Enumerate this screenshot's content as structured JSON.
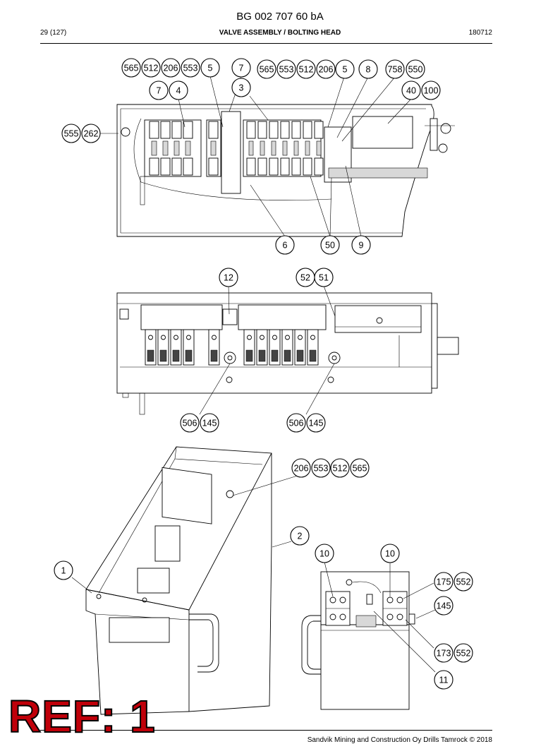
{
  "header": {
    "doc_number": "BG 002 707 60 bA",
    "page": "29 (127)",
    "section_title": "VALVE ASSEMBLY / BOLTING HEAD",
    "date_code": "180712"
  },
  "footer": {
    "copyright": "Sandvik Mining and Construction Oy Drills Tamrock © 2018"
  },
  "stamp": {
    "text": "REF: 1",
    "color": "#c0000a"
  },
  "callouts": {
    "top_view": [
      "565",
      "512",
      "206",
      "553",
      "5",
      "7",
      "565",
      "553",
      "512",
      "206",
      "5",
      "8",
      "758",
      "550",
      "7",
      "4",
      "3",
      "40",
      "100",
      "555",
      "262",
      "6",
      "50",
      "9"
    ],
    "side_view": [
      "12",
      "52",
      "51",
      "506",
      "145",
      "506",
      "145"
    ],
    "iso_view": [
      "206",
      "553",
      "512",
      "565",
      "2",
      "1"
    ],
    "detail_view": [
      "10",
      "10",
      "175",
      "552",
      "145",
      "173",
      "552",
      "11"
    ]
  }
}
